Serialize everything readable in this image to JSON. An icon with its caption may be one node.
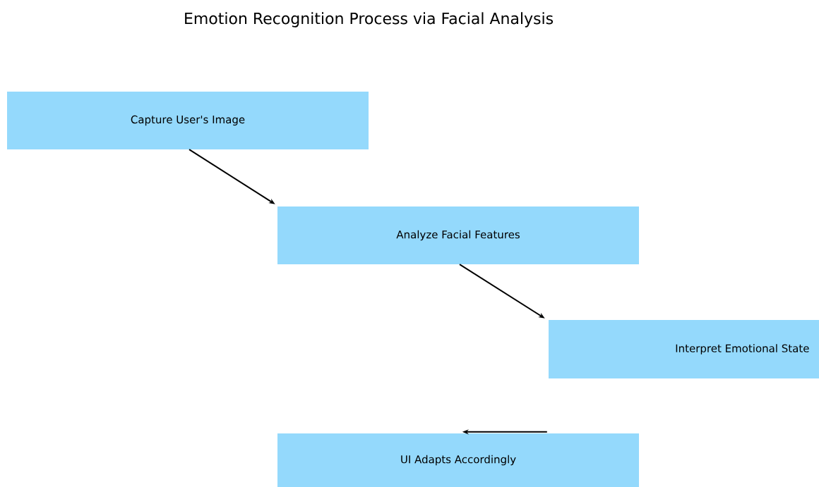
{
  "diagram": {
    "title": "Emotion Recognition Process via Facial Analysis",
    "nodes": [
      {
        "text": [
          "Capture User's Image"
        ]
      },
      {
        "text": [
          "Analyze Facial Features"
        ]
      },
      {
        "text": [
          "Interpret Emotional State"
        ]
      },
      {
        "text": [
          "UI Adapts Accordingly"
        ]
      }
    ],
    "edges": [
      {
        "from": 0,
        "to": 1,
        "arrow": "to"
      },
      {
        "from": 1,
        "to": 2,
        "arrow": "to"
      },
      {
        "from": null,
        "to": 3,
        "arrow": "to"
      }
    ]
  }
}
